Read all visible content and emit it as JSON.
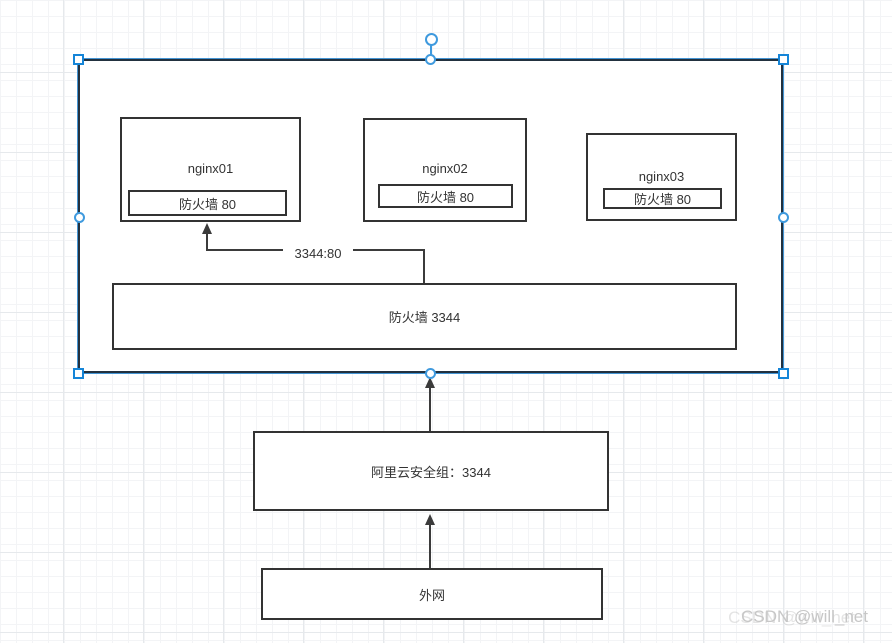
{
  "canvas": {
    "watermark": "CSDN @will_net",
    "colors": {
      "shape_border": "#333333",
      "selection_handle_blue": "#1585d8",
      "selection_outline_blue": "#4595d4",
      "grid_minor": "#f3f4f6",
      "grid_major": "#e6e9ec"
    }
  },
  "nodes": {
    "nginx01": {
      "title": "nginx01",
      "firewall_label": "防火墙 80"
    },
    "nginx02": {
      "title": "nginx02",
      "firewall_label": "防火墙 80"
    },
    "nginx03": {
      "title": "nginx03",
      "firewall_label": "防火墙 80"
    },
    "firewall_3344": {
      "label": "防火墙 3344"
    },
    "security_group": {
      "label": "阿里云安全组：3344"
    },
    "internet": {
      "label": "外网"
    }
  },
  "edges": {
    "port_mapping": {
      "label": "3344:80"
    }
  }
}
